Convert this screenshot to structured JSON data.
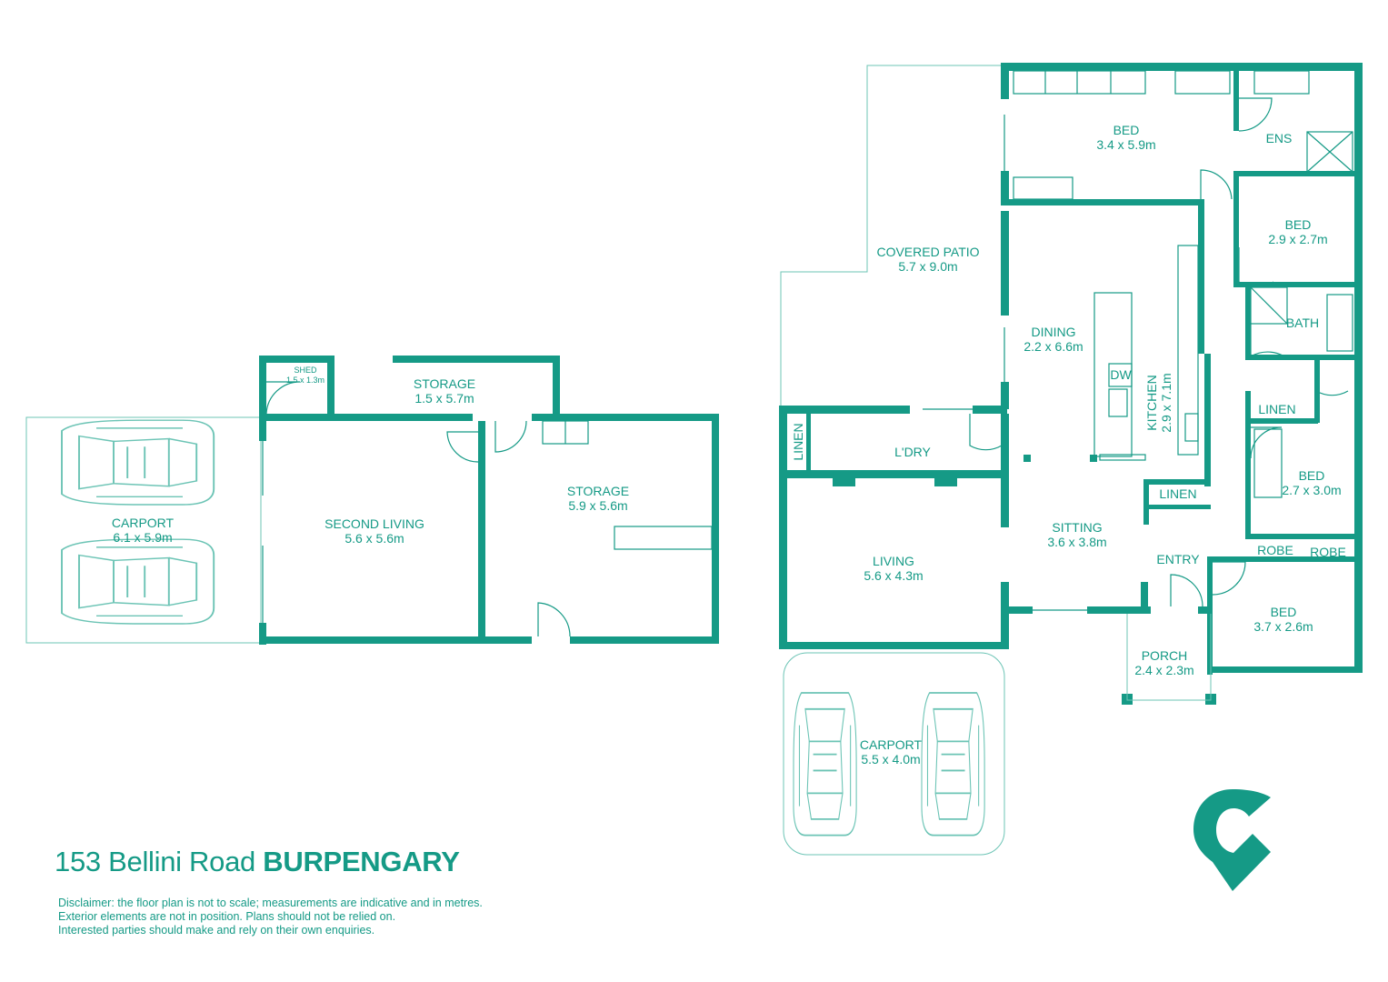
{
  "address": {
    "street": "153 Bellini Road",
    "suburb": "BURPENGARY"
  },
  "disclaimer": [
    "Disclaimer: the floor plan is not to scale; measurements are indicative and in metres.",
    "Exterior elements are not in position. Plans should not be relied on.",
    "Interested parties should make and rely on their own enquiries."
  ],
  "colors": {
    "brand": "#159a86",
    "outline": "#6cc4b5",
    "background": "#ffffff"
  },
  "logo_icon": "location-pin-c-logo",
  "rooms": {
    "shed": {
      "name": "SHED",
      "size": "1.5 x 1.3m"
    },
    "storage_small": {
      "name": "STORAGE",
      "size": "1.5 x 5.7m"
    },
    "carport_left": {
      "name": "CARPORT",
      "size": "6.1 x 5.9m"
    },
    "second_living": {
      "name": "SECOND LIVING",
      "size": "5.6 x 5.6m"
    },
    "storage_large": {
      "name": "STORAGE",
      "size": "5.9 x 5.6m"
    },
    "covered_patio": {
      "name": "COVERED PATIO",
      "size": "5.7 x 9.0m"
    },
    "bed_master": {
      "name": "BED",
      "size": "3.4 x 5.9m"
    },
    "ens": {
      "name": "ENS"
    },
    "bed_2": {
      "name": "BED",
      "size": "2.9 x 2.7m"
    },
    "bath": {
      "name": "BATH"
    },
    "dining": {
      "name": "DINING",
      "size": "2.2 x 6.6m"
    },
    "kitchen": {
      "name": "KITCHEN",
      "size": "2.9 x 7.1m"
    },
    "dw": {
      "name": "DW"
    },
    "linen_1": {
      "name": "LINEN"
    },
    "linen_2": {
      "name": "LINEN"
    },
    "linen_3": {
      "name": "LINEN"
    },
    "laundry": {
      "name": "L'DRY"
    },
    "bed_3": {
      "name": "BED",
      "size": "2.7 x 3.0m"
    },
    "robe_1": {
      "name": "ROBE"
    },
    "robe_2": {
      "name": "ROBE"
    },
    "sitting": {
      "name": "SITTING",
      "size": "3.6 x 3.8m"
    },
    "entry": {
      "name": "ENTRY"
    },
    "living": {
      "name": "LIVING",
      "size": "5.6 x 4.3m"
    },
    "bed_4": {
      "name": "BED",
      "size": "3.7 x 2.6m"
    },
    "porch": {
      "name": "PORCH",
      "size": "2.4 x 2.3m"
    },
    "carport_front": {
      "name": "CARPORT",
      "size": "5.5 x 4.0m"
    }
  }
}
